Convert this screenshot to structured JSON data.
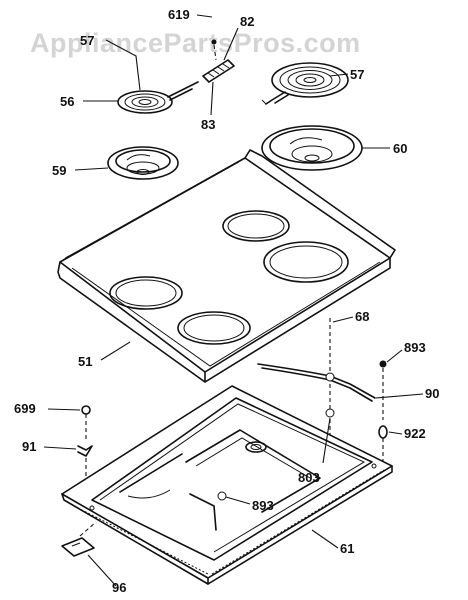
{
  "watermark": "AppliancePartsPros.com",
  "callouts": {
    "p619": "619",
    "p82": "82",
    "p57a": "57",
    "p56": "56",
    "p83": "83",
    "p57b": "57",
    "p59": "59",
    "p60": "60",
    "p51": "51",
    "p68": "68",
    "p893": "893",
    "p90": "90",
    "p699": "699",
    "p91": "91",
    "p922": "922",
    "p803": "803",
    "p893b": "893",
    "p61": "61",
    "p96": "96"
  }
}
